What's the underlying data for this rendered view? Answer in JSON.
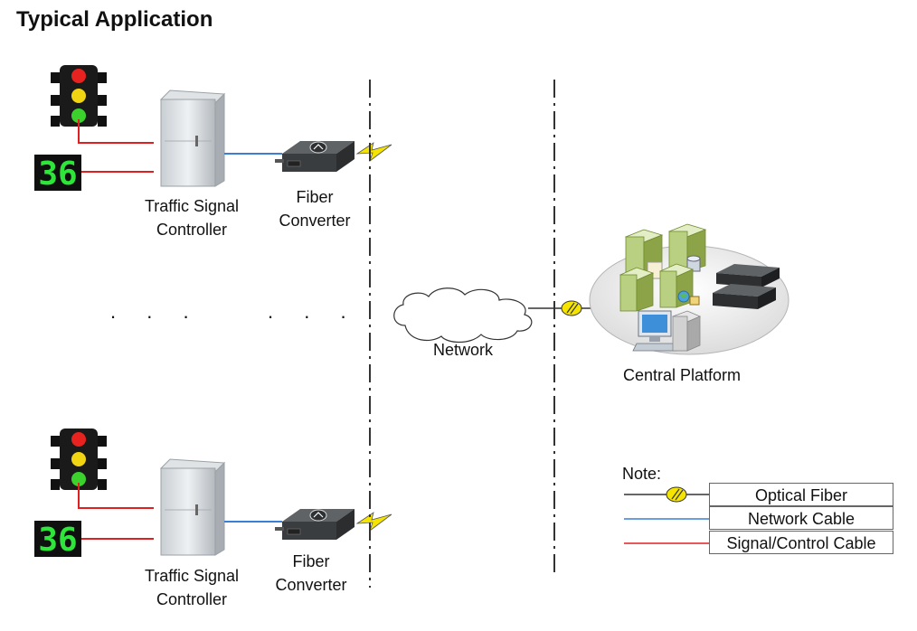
{
  "title": "Typical Application",
  "controller_label_line1": "Traffic Signal",
  "controller_label_line2": "Controller",
  "converter_label_line1": "Fiber",
  "converter_label_line2": "Converter",
  "ellipsis": ". . .",
  "network_label": "Network",
  "central_label": "Central Platform",
  "countdown_value": "36",
  "legend": {
    "title": "Note:",
    "items": [
      "Optical Fiber",
      "Network Cable",
      "Signal/Control Cable"
    ]
  },
  "colors": {
    "signal_cable": "#e02020",
    "network_cable": "#3a7fd5",
    "fiber_icon": "#f5e400",
    "countdown": "#2ee63a"
  }
}
